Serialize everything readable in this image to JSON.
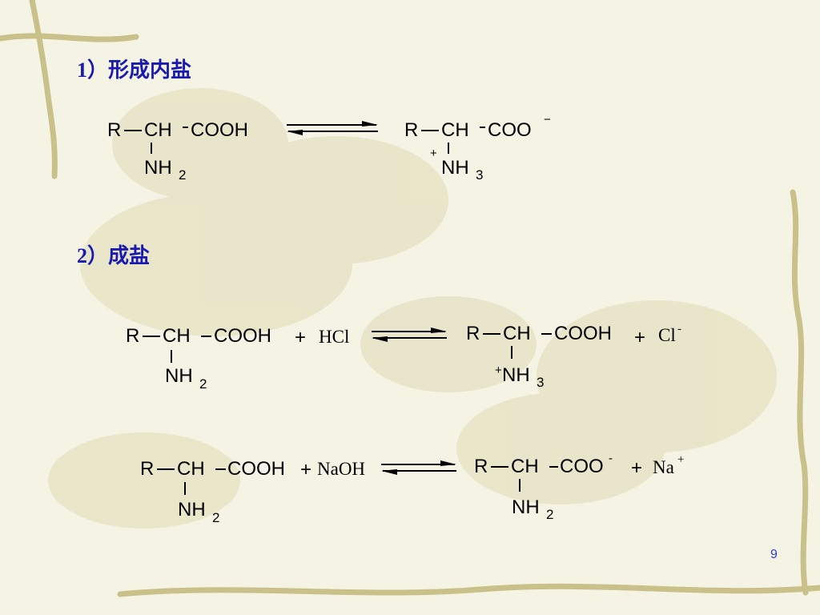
{
  "headings": {
    "h1": "1）形成内盐",
    "h2": "2）成盐"
  },
  "eq1": {
    "reactant": {
      "r": "R",
      "ch": "CH",
      "cooh": "COOH",
      "amino": "NH",
      "amino_sub": "2"
    },
    "product": {
      "r": "R",
      "ch": "CH",
      "coo": "COO",
      "charge": "−",
      "plus": "+",
      "amino": "NH",
      "amino_sub": "3"
    }
  },
  "eq2": {
    "reactant": {
      "r": "R",
      "ch": "CH",
      "cooh": "COOH",
      "amino": "NH",
      "amino_sub": "2"
    },
    "plus_sign": "+",
    "reagent": "HCl",
    "product": {
      "r": "R",
      "ch": "CH",
      "cooh": "COOH",
      "amino_plus": "+",
      "amino": "NH",
      "amino_sub": "3"
    },
    "plus_sign2": "+",
    "ion": "Cl",
    "ion_charge": "-"
  },
  "eq3": {
    "reactant": {
      "r": "R",
      "ch": "CH",
      "cooh": "COOH",
      "amino": "NH",
      "amino_sub": "2"
    },
    "plus_sign": "+",
    "reagent": "NaOH",
    "product": {
      "r": "R",
      "ch": "CH",
      "coo": "COO",
      "charge": "-",
      "amino": "NH",
      "amino_sub": "2"
    },
    "plus_sign2": "+",
    "ion": "Na",
    "ion_charge": "+"
  },
  "page_number": "9",
  "colors": {
    "heading": "#1a1ab0",
    "page_number": "#2a3fc0",
    "background": "#f4f3e4",
    "vine": "#c9c08a"
  }
}
